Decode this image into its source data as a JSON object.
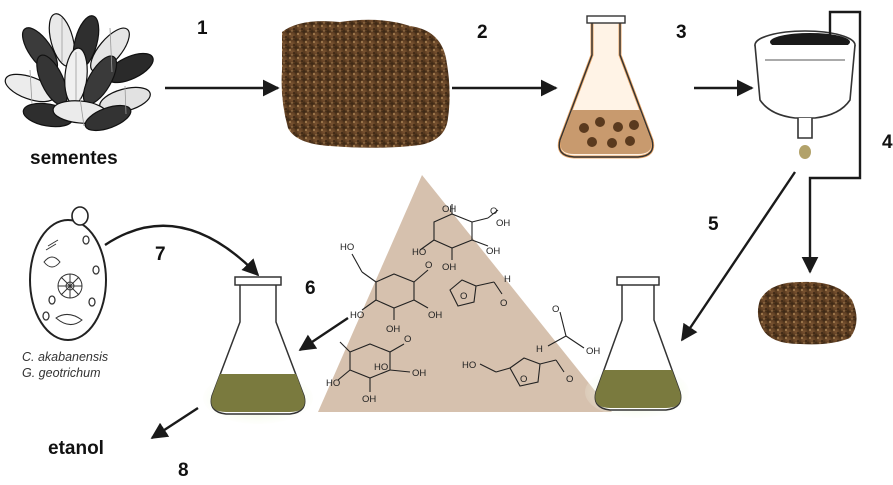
{
  "steps": {
    "s1": "1",
    "s2": "2",
    "s3": "3",
    "s4": "4",
    "s5": "5",
    "s6": "6",
    "s7": "7",
    "s8": "8"
  },
  "labels": {
    "seeds": "sementes",
    "ethanol": "etanol"
  },
  "microorganisms": {
    "line1": "C. akabanensis",
    "line2": "G. geotrichum"
  },
  "chem_labels": {
    "oh": "OH",
    "ho": "HO",
    "h": "H",
    "o": "O"
  },
  "colors": {
    "arrow": "#1a1a1a",
    "pulp": "#6b4a2a",
    "triangle": "#d6c1ae",
    "hydrolysate": "#7a7a3e",
    "green_glow": "#c7e08f",
    "flask_orange": "#e8a566"
  },
  "icons": {
    "seeds": "sunflower-seeds-icon",
    "ground_biomass": "ground-biomass-icon",
    "flask_suspension": "flask-suspension-icon",
    "filter_funnel": "filter-funnel-icon",
    "solid_residue": "solid-residue-icon",
    "flask_filtrate": "flask-filtrate-icon",
    "flask_fermentation": "flask-fermentation-icon",
    "yeast_cell": "yeast-cell-icon",
    "sugar_structures": "chemical-structures-icon"
  }
}
